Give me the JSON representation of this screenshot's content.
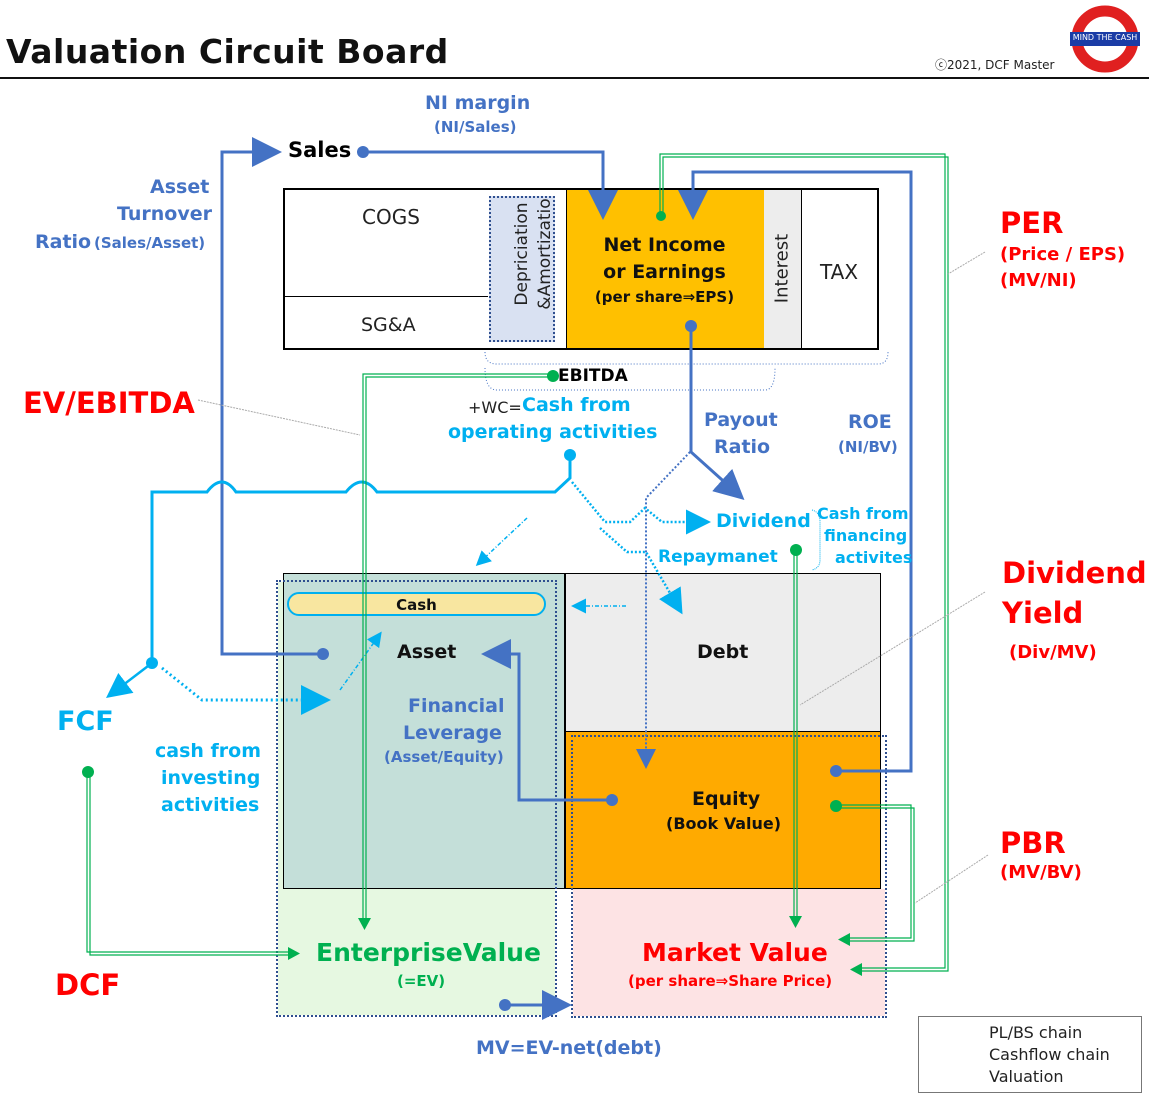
{
  "header": {
    "title": "Valuation Circuit  Board",
    "copyright": "ⓒ2021, DCF Master",
    "logo_text": "MIND THE CASH"
  },
  "colors": {
    "pl_bs_chain": "#4472C4",
    "cashflow_chain": "#00B0F0",
    "valuation": "#00B050",
    "ratio_red": "#FF0000",
    "net_income_fill": "#FFC000",
    "equity_fill": "#FFAA00",
    "asset_fill": "#C4DFD9",
    "debt_fill": "#EDEDED",
    "ev_fill": "#E6F8E1",
    "mv_fill": "#FDE3E4",
    "cash_fill": "#F8E6A0"
  },
  "income_statement": {
    "sales": "Sales",
    "cogs": "COGS",
    "sga": "SG&A",
    "depreciation_line1": "Depriciation",
    "depreciation_line2": "&Amortizatio",
    "net_income_line1": "Net Income",
    "net_income_line2": "or Earnings",
    "net_income_line3": "(per share⇒EPS)",
    "interest": "Interest",
    "tax": "TAX",
    "ebitda": "EBITDA"
  },
  "balance_sheet": {
    "cash": "Cash",
    "asset": "Asset",
    "debt": "Debt",
    "equity": "Equity",
    "equity_sub": "(Book Value)"
  },
  "valuation": {
    "ev": "EnterpriseValue",
    "ev_sub": "(=EV)",
    "mv": "Market Value",
    "mv_sub": "(per share⇒Share Price)",
    "mv_formula": "MV=EV-net(debt)"
  },
  "ratios": {
    "ni_margin": "NI margin",
    "ni_margin_sub": "(NI/Sales)",
    "asset_turnover_1": "Asset",
    "asset_turnover_2": "Turnover",
    "asset_turnover_3": "Ratio",
    "asset_turnover_sub": "(Sales/Asset)",
    "payout_1": "Payout",
    "payout_2": "Ratio",
    "roe": "ROE",
    "roe_sub": "(NI/BV)",
    "fin_lev_1": "Financial",
    "fin_lev_2": "Leverage",
    "fin_lev_sub": "(Asset/Equity)"
  },
  "cashflow": {
    "wc_prefix": "+WC=",
    "cfo_1": "Cash from",
    "cfo_2": "operating activities",
    "dividend": "Dividend",
    "repayment": "Repaymanet",
    "cff_1": "Cash from",
    "cff_2": "financing",
    "cff_3": "activites",
    "fcf": "FCF",
    "cfi_1": "cash from",
    "cfi_2": "investing",
    "cfi_3": "activities"
  },
  "multiples": {
    "ev_ebitda": "EV/EBITDA",
    "per": "PER",
    "per_sub1": "(Price / EPS)",
    "per_sub2": "(MV/NI)",
    "div_yield_1": "Dividend",
    "div_yield_2": "Yield",
    "div_yield_sub": "(Div/MV)",
    "pbr": "PBR",
    "pbr_sub": "(MV/BV)",
    "dcf": "DCF"
  },
  "legend": [
    {
      "label": "PL/BS chain",
      "icon": "blue-dot-arrow-icon"
    },
    {
      "label": "Cashflow chain",
      "icon": "cyan-dot-arrow-icon"
    },
    {
      "label": "Valuation",
      "icon": "green-dot-arrow-icon"
    }
  ]
}
